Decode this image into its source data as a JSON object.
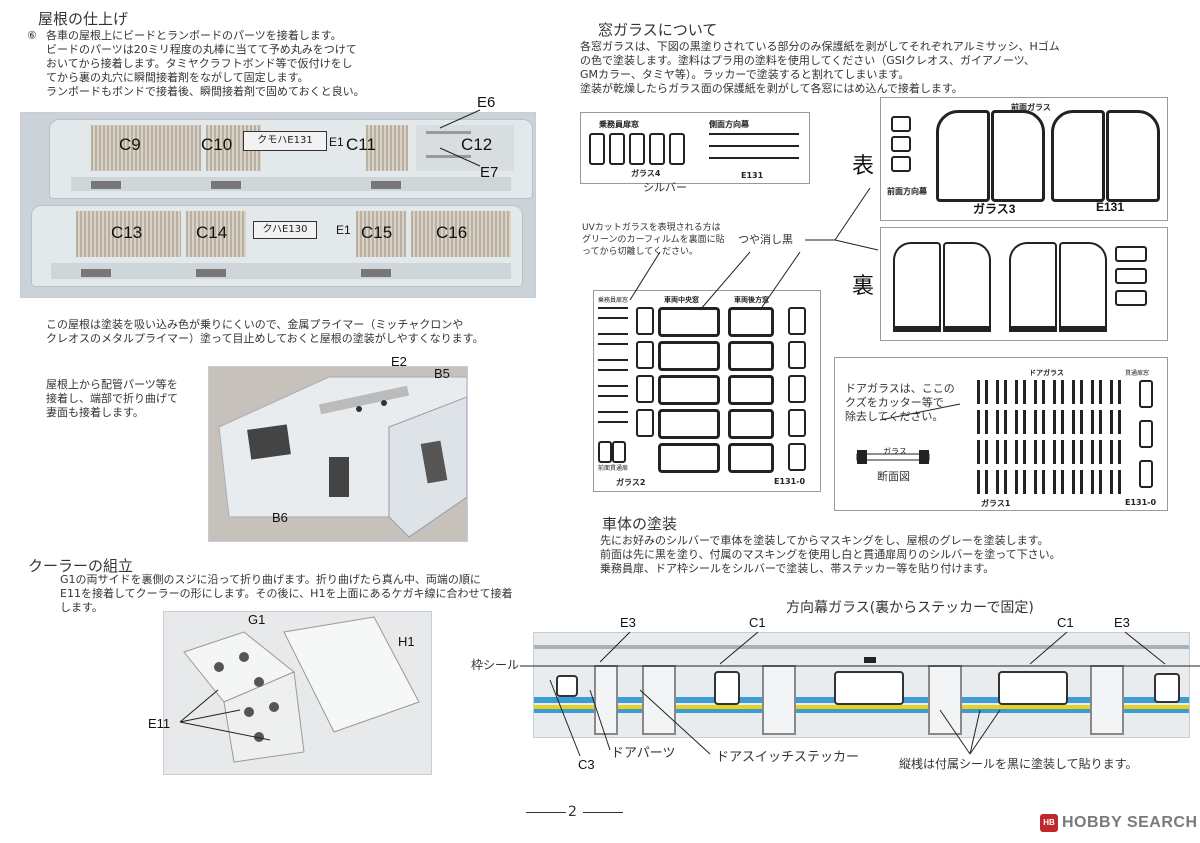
{
  "left": {
    "roof_heading": "屋根の仕上げ",
    "roof_step": "⑥",
    "roof_text": "各車の屋根上にビードとランボードのパーツを接着します。\nビードのパーツは20ミリ程度の丸棒に当てて予め丸みをつけて\nおいてから接着します。タミヤクラフトボンド等で仮付けをし\nてから裏の丸穴に瞬間接着剤をながして固定します。\nランボードもボンドで接着後、瞬間接着剤で固めておくと良い。",
    "roof_photo": {
      "car1_labels": [
        "C9",
        "C10",
        "C11",
        "C12"
      ],
      "car1_plate": "クモハE131",
      "car2_labels": [
        "C13",
        "C14",
        "C15",
        "C16"
      ],
      "car2_plate": "クハE130",
      "e1": "E1",
      "e6": "E6",
      "e7": "E7"
    },
    "primer_text": "この屋根は塗装を吸い込み色が乗りにくいので、金属プライマー（ミッチャクロンや\nクレオスのメタルプライマー）塗って目止めしておくと屋根の塗装がしやすくなります。",
    "pipe_text": "屋根上から配管パーツ等を\n接着し、端部で折り曲げて\n妻面も接着します。",
    "pipe_labels": {
      "e2": "E2",
      "b5": "B5",
      "b6": "B6"
    },
    "cooler_heading": "クーラーの組立",
    "cooler_text": "G1の両サイドを裏側のスジに沿って折り曲げます。折り曲げたら真ん中、両端の順に\nE11を接着してクーラーの形にします。その後に、H1を上面にあるケガキ線に合わせて接着\nします。",
    "cooler_labels": {
      "g1": "G1",
      "h1": "H1",
      "e11": "E11"
    }
  },
  "right": {
    "glass_heading": "窓ガラスについて",
    "glass_text": "各窓ガラスは、下図の黒塗りされている部分のみ保護紙を剥がしてそれぞれアルミサッシ、Hゴム\nの色で塗装します。塗料はプラ用の塗料を使用してください（GSIクレオス、ガイアノーツ、\nGMカラー、タミヤ等）。ラッカーで塗装すると割れてしまいます。\n塗装が乾燥したらガラス面の保護紙を剥がして各窓にはめ込んで接着します。",
    "glass4": {
      "title1": "乗務員扉窓",
      "title2": "側面方向幕",
      "label": "ガラス4",
      "code": "E131",
      "note": "シルバー"
    },
    "glass3": {
      "front_label": "前面ガラス",
      "front_dir": "前面方向幕",
      "label": "ガラス3",
      "code": "E131",
      "omote": "表",
      "ura": "裏"
    },
    "uv_text": "UVカットガラスを表現される方は\nグリーンのカーフィルムを裏面に貼\nってから切離してください。",
    "matte_black": "つや消し黒",
    "glass2": {
      "h1": "乗務員扉窓",
      "h2": "車両中央窓",
      "h3": "車両後方窓",
      "foot1": "前面貫通扉",
      "label": "ガラス2",
      "code": "E131-0"
    },
    "glass1": {
      "h1": "ドアガラス",
      "h2": "貫通扉窓",
      "label": "ガラス1",
      "code": "E131-0"
    },
    "door_glass_note": "ドアガラスは、ここの\nクズをカッター等で\n除去してください。",
    "cross_label": "ガラス",
    "cross_caption": "断面図",
    "body_heading": "車体の塗装",
    "body_text": "先にお好みのシルバーで車体を塗装してからマスキングをし、屋根のグレーを塗装します。\n前面は先に黒を塗り、付属のマスキングを使用し白と貫通扉周りのシルバーを塗って下さい。\n乗務員扉、ドア枠シールをシルバーで塗装し、帯ステッカー等を貼り付けます。",
    "train_labels": {
      "dest_glass": "方向幕ガラス(裏からステッカーで固定)",
      "e3_left": "E3",
      "c1_left": "C1",
      "c1_right": "C1",
      "e3_right": "E3",
      "frame_seal": "枠シール",
      "c3": "C3",
      "door_parts": "ドアパーツ",
      "door_switch": "ドアスイッチステッカー",
      "pillar_note": "縦桟は付属シールを黒に塗装して貼ります。"
    }
  },
  "footer": {
    "page": "2",
    "logo_main": "HOBBY SEARCH",
    "logo_prefix": "HB"
  },
  "colors": {
    "train_blue": "#3d9bd6",
    "train_yellow": "#e6d21e",
    "logo_red": "#c0282d"
  }
}
